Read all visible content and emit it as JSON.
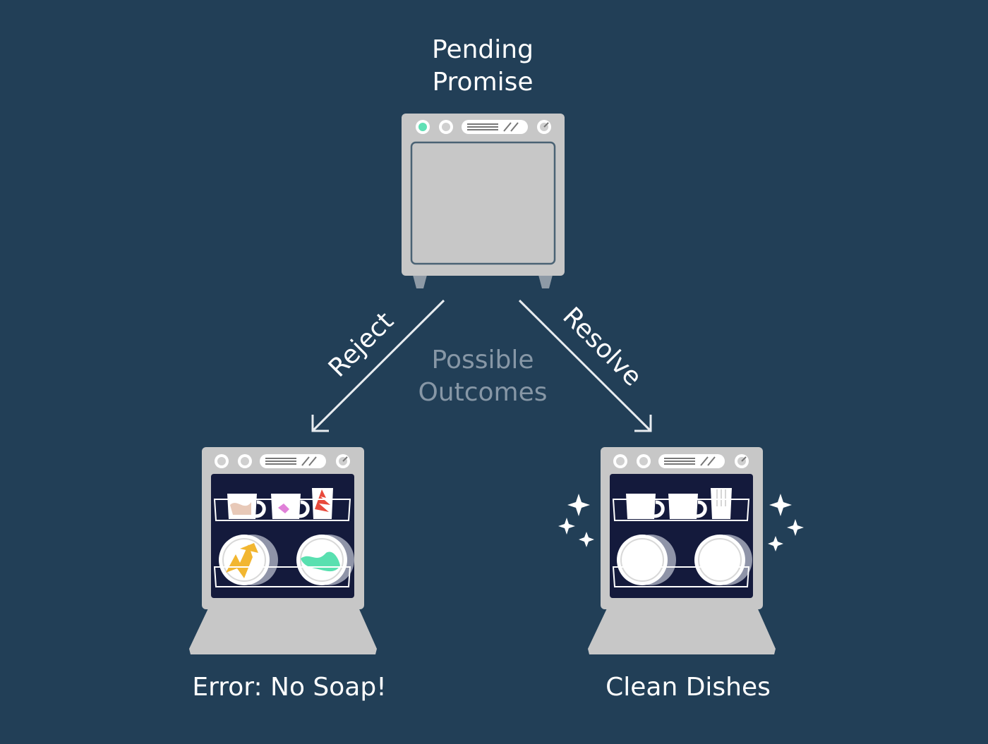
{
  "diagram": {
    "pending": {
      "line1": "Pending",
      "line2": "Promise"
    },
    "center": {
      "line1": "Possible",
      "line2": "Outcomes"
    },
    "reject_label": "Reject",
    "resolve_label": "Resolve",
    "error_label": "Error: No Soap!",
    "clean_label": "Clean Dishes"
  },
  "colors": {
    "background": "#223f57",
    "appliance_body": "#c7c7c7",
    "appliance_interior": "#141a3c",
    "indicator_on": "#5fe0b5",
    "stain_yellow": "#f2b630",
    "stain_green": "#59e0b0",
    "stain_pink": "#e080d8",
    "stain_red": "#e84a3c",
    "stain_beige": "#e8c9b8",
    "muted_text": "#8797a6"
  }
}
